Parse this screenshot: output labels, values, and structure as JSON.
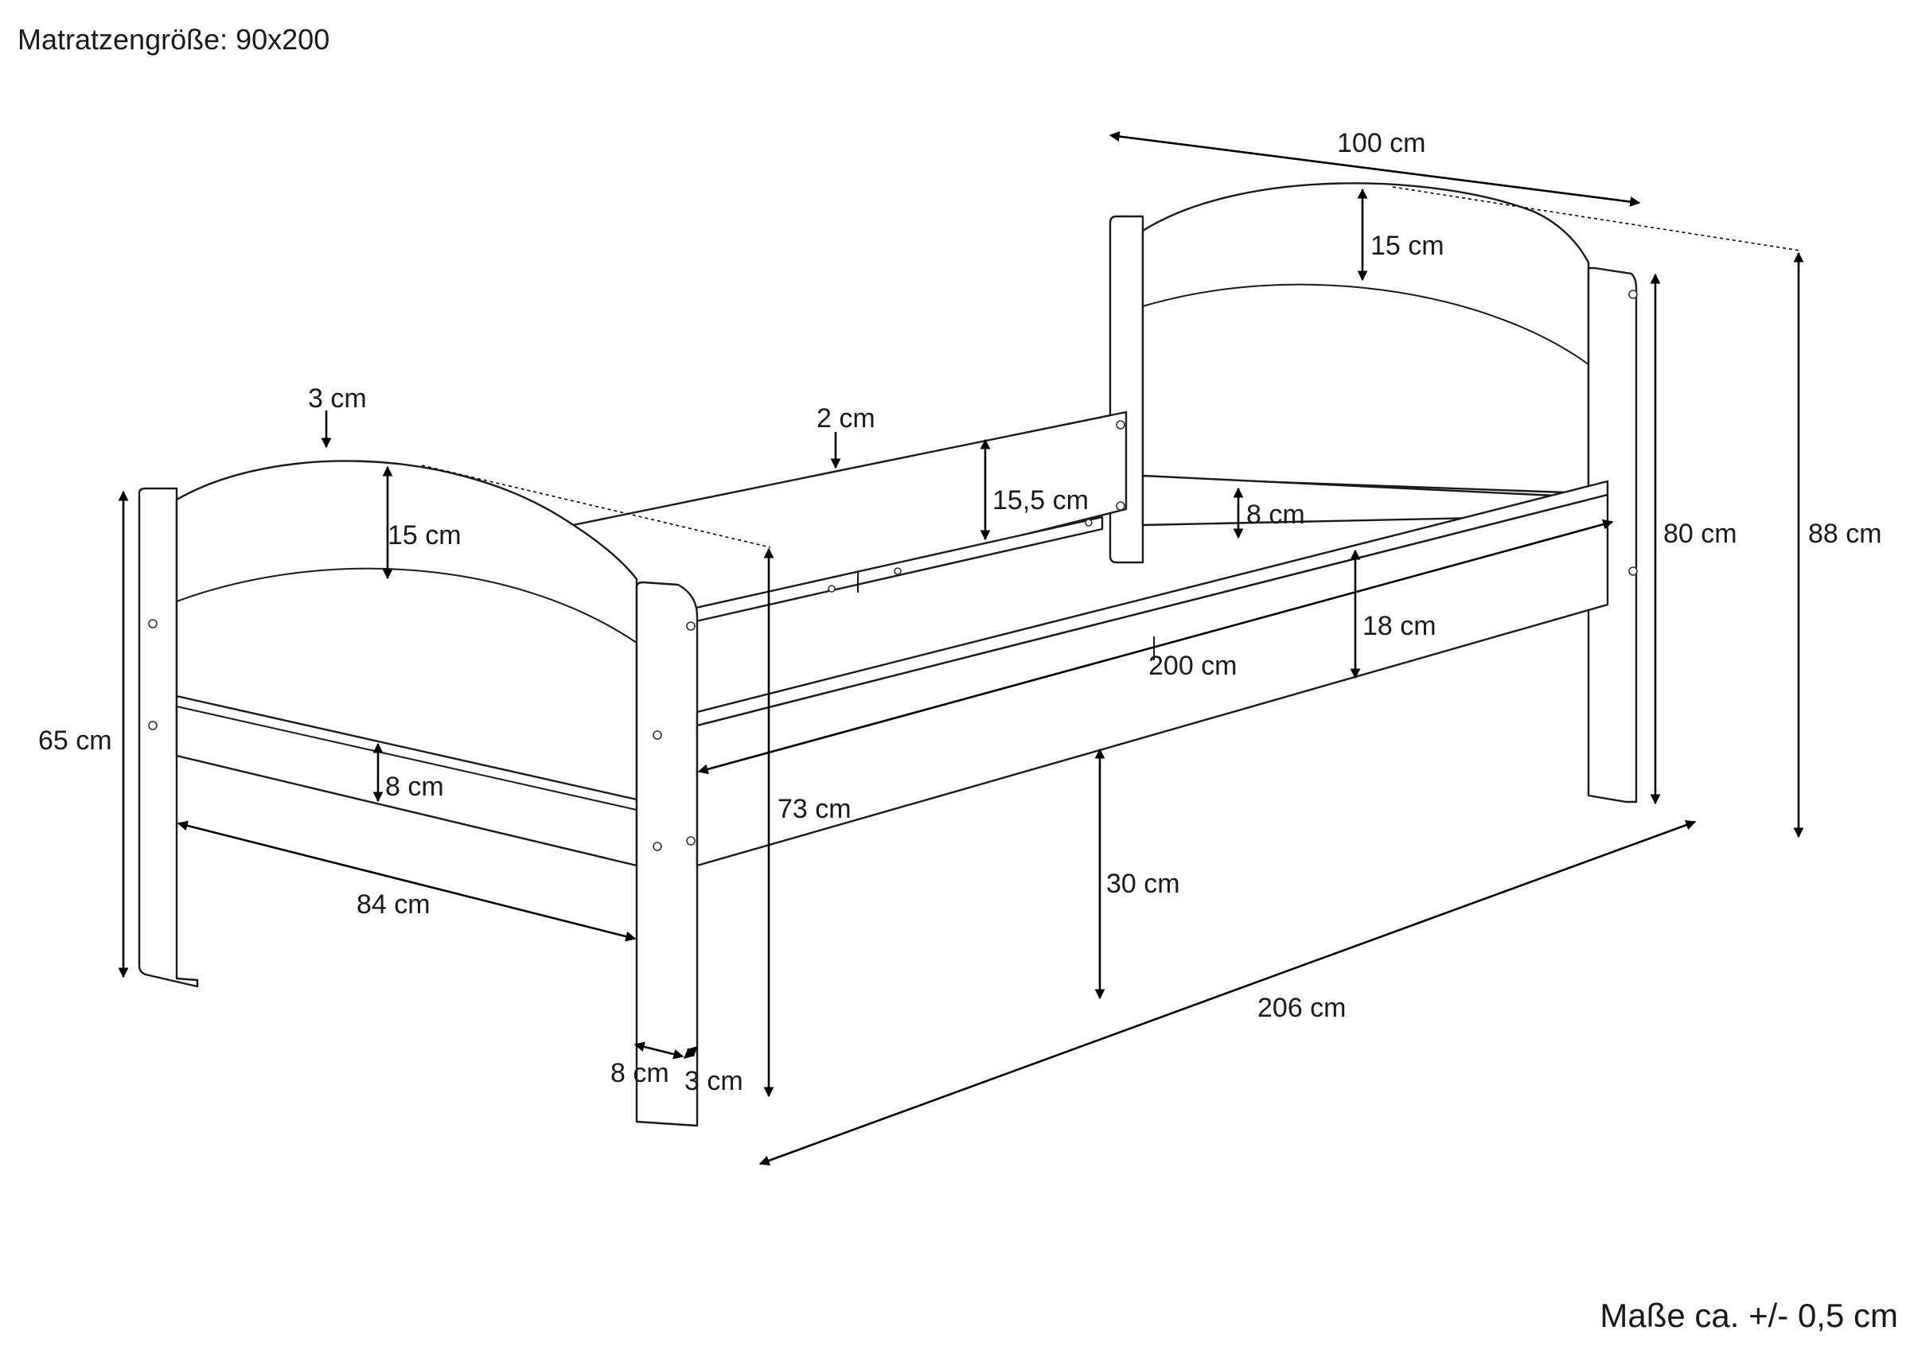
{
  "title": "Matratzengröße: 90x200",
  "note": "Maße ca. +/- 0,5 cm",
  "dimensions": {
    "headboard_width": "100 cm",
    "head_arch": "15 cm",
    "foot_post_top": "3 cm",
    "side_rail_top": "2 cm",
    "slat_rail_height": "15,5 cm",
    "foot_arch": "15 cm",
    "inner_rail_gap": "8 cm",
    "head_total_height": "80 cm",
    "head_max_height": "88 cm",
    "side_rail_height": "18 cm",
    "inner_length": "200 cm",
    "foot_height": "65 cm",
    "foot_rail_gap": "8 cm",
    "foot_total_height": "73 cm",
    "inner_width": "84 cm",
    "clearance": "30 cm",
    "total_length": "206 cm",
    "post_width": "8 cm",
    "post_offset": "3 cm"
  },
  "colors": {
    "line": "#1a1a1a",
    "background": "#ffffff"
  }
}
